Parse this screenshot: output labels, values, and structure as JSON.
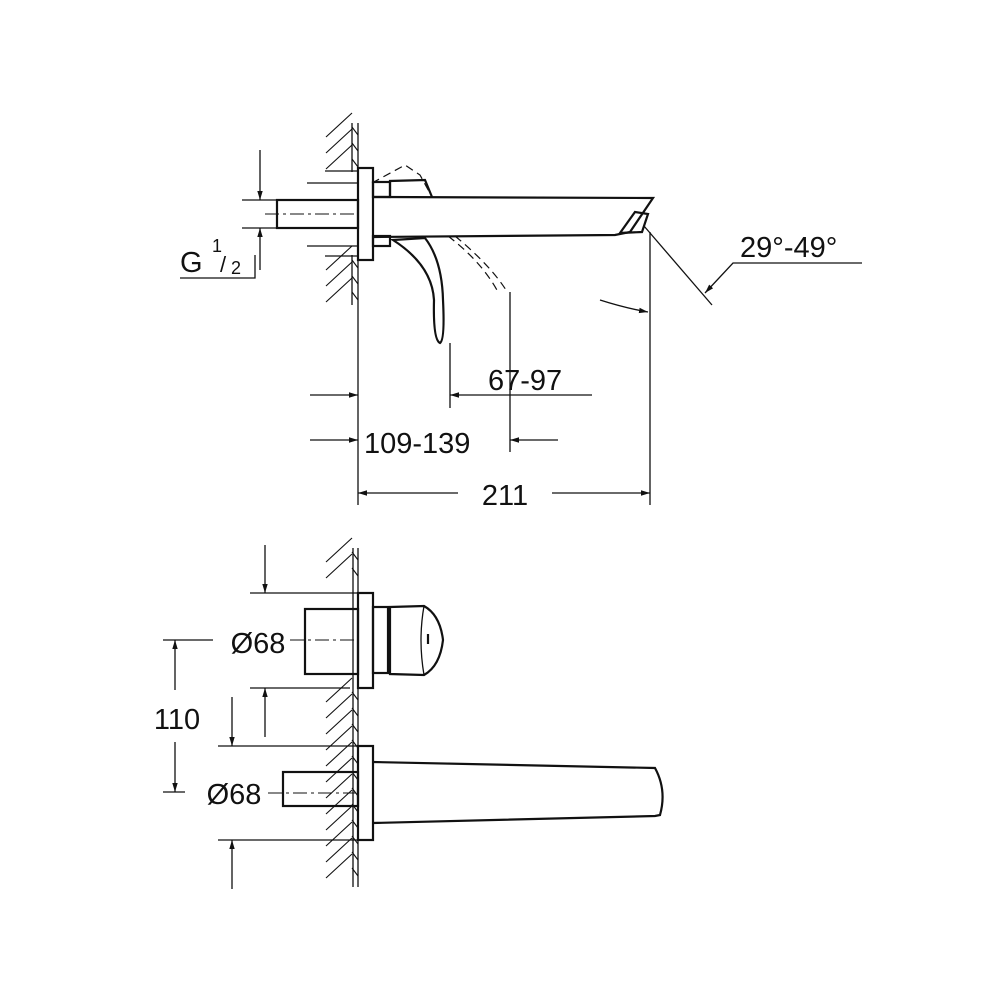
{
  "side_view": {
    "thread_label": "G",
    "thread_fraction_num": "1",
    "thread_fraction_den": "2",
    "angle_label": "29°-49°",
    "lever_offset_label": "67-97",
    "wall_depth_label": "109-139",
    "spout_length_label": "211"
  },
  "top_view": {
    "rosette_upper_label": "Ø68",
    "rosette_lower_label": "Ø68",
    "spacing_label": "110"
  },
  "colors": {
    "line": "#111111",
    "background": "#ffffff"
  }
}
